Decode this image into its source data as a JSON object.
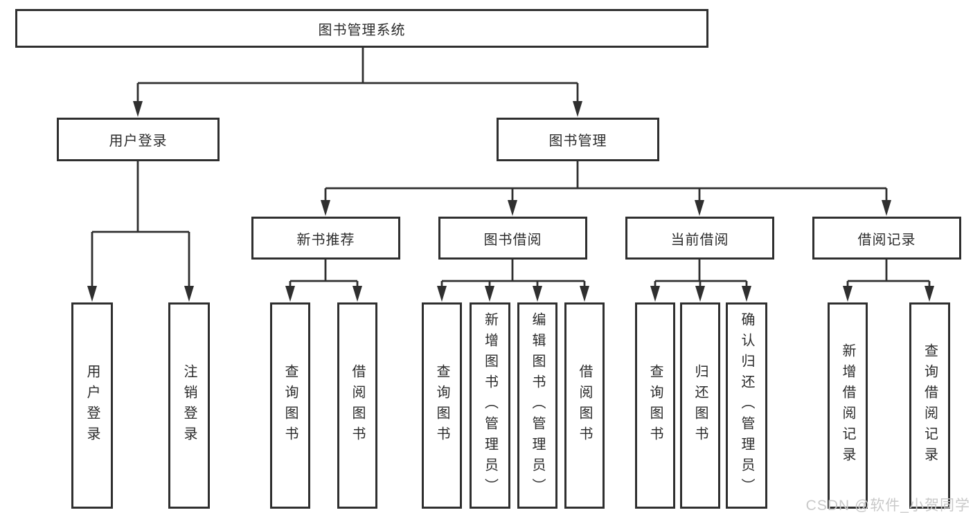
{
  "colors": {
    "line": "#2f2f2f",
    "box_fill": "#ffffff",
    "text": "#2b2b2b",
    "watermark": "#c9c9c9"
  },
  "diagram": {
    "root": {
      "label": "图书管理系统"
    },
    "level2": [
      {
        "label": "用户登录"
      },
      {
        "label": "图书管理"
      }
    ],
    "level3": [
      {
        "label": "新书推荐",
        "parent": "图书管理"
      },
      {
        "label": "图书借阅",
        "parent": "图书管理"
      },
      {
        "label": "当前借阅",
        "parent": "图书管理"
      },
      {
        "label": "借阅记录",
        "parent": "图书管理"
      }
    ],
    "leaves": [
      {
        "label": "用户登录",
        "parent": "用户登录"
      },
      {
        "label": "注销登录",
        "parent": "用户登录"
      },
      {
        "label": "查询图书",
        "parent": "新书推荐"
      },
      {
        "label": "借阅图书",
        "parent": "新书推荐"
      },
      {
        "label": "查询图书",
        "parent": "图书借阅"
      },
      {
        "label": "新增图书（管理员）",
        "parent": "图书借阅"
      },
      {
        "label": "编辑图书（管理员）",
        "parent": "图书借阅"
      },
      {
        "label": "借阅图书",
        "parent": "图书借阅"
      },
      {
        "label": "查询图书",
        "parent": "当前借阅"
      },
      {
        "label": "归还图书",
        "parent": "当前借阅"
      },
      {
        "label": "确认归还（管理员）",
        "parent": "当前借阅"
      },
      {
        "label": "新增借阅记录",
        "parent": "借阅记录"
      },
      {
        "label": "查询借阅记录",
        "parent": "借阅记录"
      }
    ]
  },
  "watermark": {
    "text": "CSDN @软件_小贺同学"
  }
}
